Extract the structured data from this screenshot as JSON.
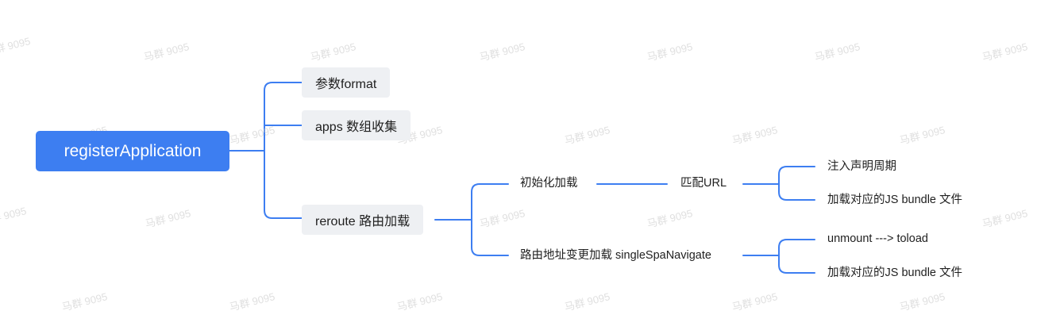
{
  "diagram": {
    "root": {
      "label": "registerApplication"
    },
    "level1": [
      {
        "label": "参数format"
      },
      {
        "label": "apps 数组收集"
      },
      {
        "label": "reroute 路由加载"
      }
    ],
    "level2": [
      {
        "label": "初始化加载"
      },
      {
        "label": "路由地址变更加载 singleSpaNavigate"
      }
    ],
    "match": {
      "label": "匹配URL"
    },
    "init_leaves": [
      {
        "label": "注入声明周期"
      },
      {
        "label": "加载对应的JS bundle 文件"
      }
    ],
    "nav_leaves": [
      {
        "label": "unmount ---> toload"
      },
      {
        "label": "加载对应的JS bundle 文件"
      }
    ],
    "line_color": "#3d7ef1",
    "watermark_text": "马群 9095"
  }
}
